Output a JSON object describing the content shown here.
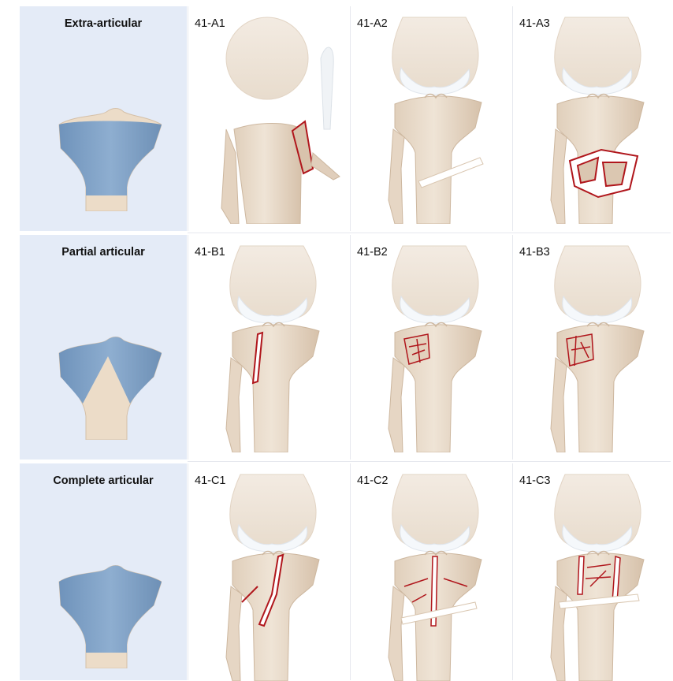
{
  "categories": {
    "a": "Extra-articular",
    "b": "Partial articular",
    "c": "Complete articular"
  },
  "codes": {
    "a1": "41-A1",
    "a2": "41-A2",
    "a3": "41-A3",
    "b1": "41-B1",
    "b2": "41-B2",
    "b3": "41-B3",
    "c1": "41-C1",
    "c2": "41-C2",
    "c3": "41-C3"
  },
  "colors": {
    "category_bg": "#e4ebf7",
    "bone": "#ecdfd0",
    "bone_shadow": "#d9c6b0",
    "cartilage": "#f3f6f9",
    "highlight": "#7ea0c4",
    "fracture": "#b0161c"
  },
  "icons": {
    "category_figure": "proximal-tibia-zone-icon",
    "cell_figure": "knee-fracture-illustration"
  }
}
